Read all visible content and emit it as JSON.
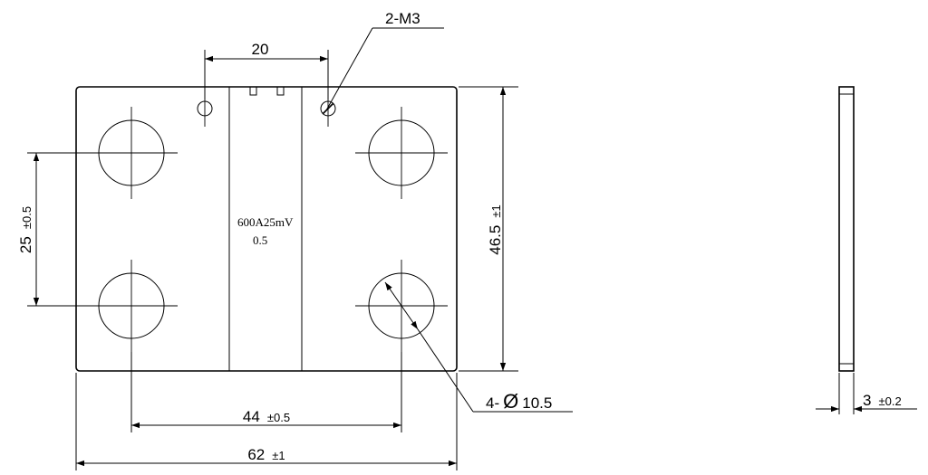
{
  "drawing": {
    "callouts": {
      "threads": "2-M3",
      "holes_prefix": "4-",
      "holes_symbol": "Ø",
      "holes_value": "10.5"
    },
    "dimensions": {
      "top_spacing": "20",
      "hole_vertical_value": "25",
      "hole_vertical_tol": "±0.5",
      "height_value": "46.5",
      "height_tol": "±1",
      "hole_horizontal_value": "44",
      "hole_horizontal_tol": "±0.5",
      "width_value": "62",
      "width_tol": "±1",
      "thickness_value": "3",
      "thickness_tol": "±0.2"
    },
    "marking": {
      "line1": "600A25mV",
      "line2": "0.5"
    }
  }
}
